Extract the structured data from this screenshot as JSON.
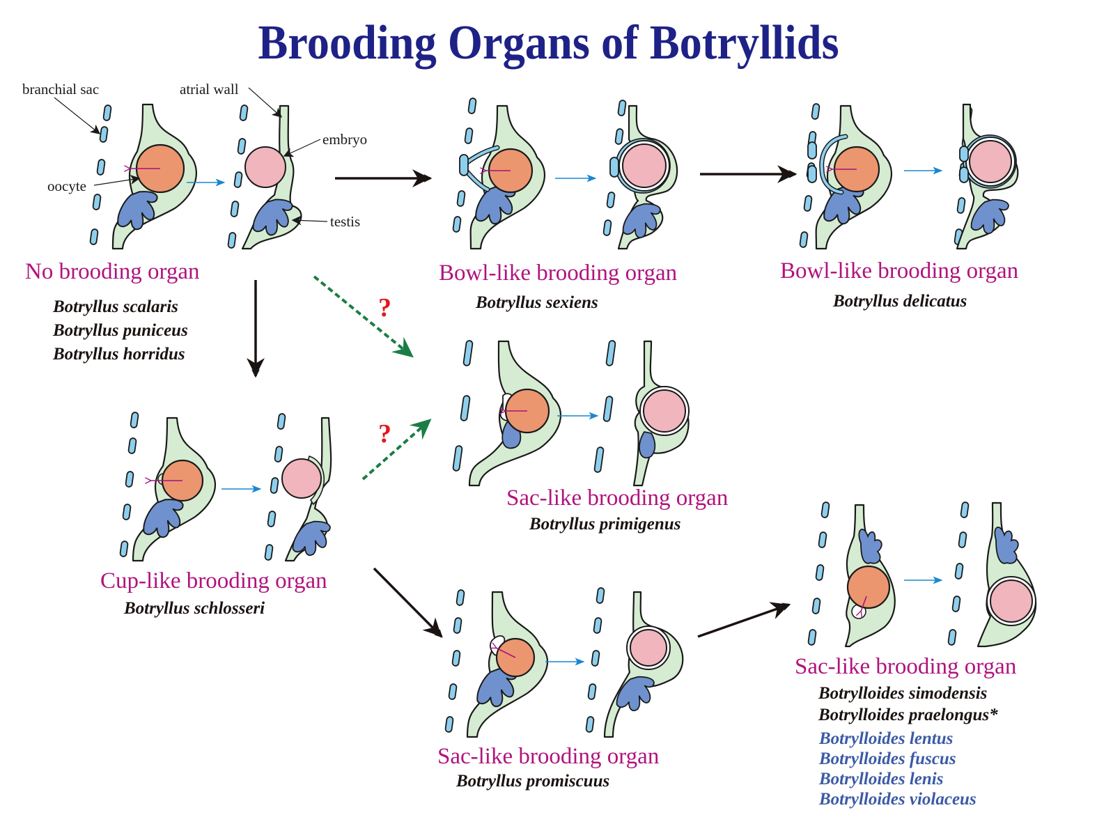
{
  "title": "Brooding Organs of Botryllids",
  "annotations": {
    "branchial_sac": "branchial sac",
    "atrial_wall": "atrial wall",
    "embryo": "embryo",
    "oocyte": "oocyte",
    "testis": "testis"
  },
  "question_mark": "?",
  "groups": [
    {
      "id": "no-brooding",
      "heading": "No brooding organ",
      "species": [
        "Botryllus scalaris",
        "Botryllus puniceus",
        "Botryllus horridus"
      ]
    },
    {
      "id": "bowl-sexiens",
      "heading": "Bowl-like brooding organ",
      "species": [
        "Botryllus sexiens"
      ]
    },
    {
      "id": "bowl-delicatus",
      "heading": "Bowl-like brooding organ",
      "species": [
        "Botryllus delicatus"
      ]
    },
    {
      "id": "sac-primigenus",
      "heading": "Sac-like brooding organ",
      "species": [
        "Botryllus primigenus"
      ]
    },
    {
      "id": "cup-schlosseri",
      "heading": "Cup-like brooding organ",
      "species": [
        "Botryllus schlosseri"
      ]
    },
    {
      "id": "sac-promiscuus",
      "heading": "Sac-like brooding organ",
      "species": [
        "Botryllus promiscuus"
      ]
    },
    {
      "id": "sac-botrylloides",
      "heading": "Sac-like brooding organ",
      "species": [
        "Botrylloides simodensis",
        "Botrylloides praelongus*"
      ],
      "species_blue": [
        "Botrylloides lentus",
        "Botrylloides fuscus",
        "Botrylloides lenis",
        "Botrylloides violaceus"
      ]
    }
  ],
  "transitions": [
    {
      "from": "no-brooding",
      "to": "bowl-sexiens",
      "style": "solid"
    },
    {
      "from": "bowl-sexiens",
      "to": "bowl-delicatus",
      "style": "solid"
    },
    {
      "from": "no-brooding",
      "to": "cup-schlosseri",
      "style": "solid"
    },
    {
      "from": "no-brooding",
      "to": "sac-primigenus",
      "style": "dashed",
      "label": "?"
    },
    {
      "from": "cup-schlosseri",
      "to": "sac-primigenus",
      "style": "dashed",
      "label": "?"
    },
    {
      "from": "cup-schlosseri",
      "to": "sac-promiscuus",
      "style": "solid"
    },
    {
      "from": "sac-promiscuus",
      "to": "sac-botrylloides",
      "style": "solid"
    }
  ],
  "colors": {
    "title": "#1e2286",
    "heading": "#b0137d",
    "species": "#1a1311",
    "species_blue": "#3b5aa6",
    "tissue": "#d6ecd2",
    "oocyte": "#ec9670",
    "embryo": "#f1b5bd",
    "testis": "#6f92cf",
    "branchial": "#8fcfee",
    "transition_arrow": "#1a1311",
    "development_arrow": "#1a86cf",
    "ovulation_arrow": "#a3137a",
    "uncertain_arrow": "#1b7d45",
    "question": "#e2171f"
  }
}
